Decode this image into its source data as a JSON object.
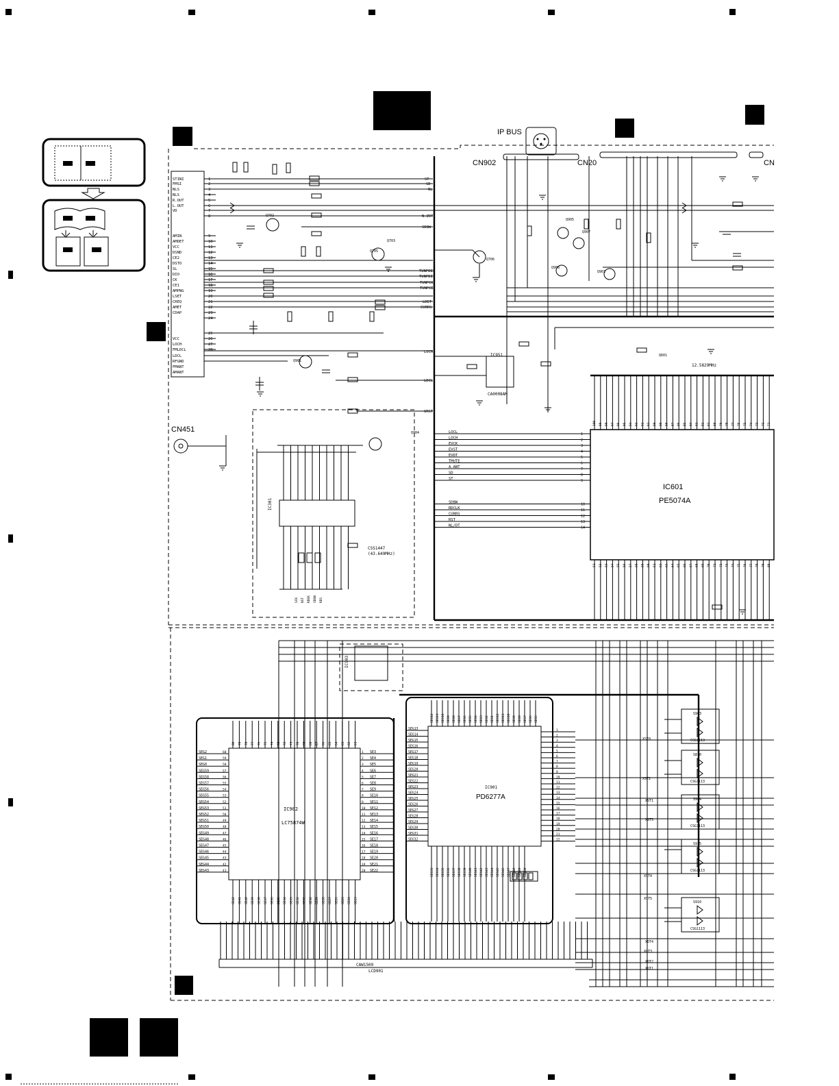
{
  "connectors": {
    "ip_bus": "IP BUS",
    "cn902": "CN902",
    "cn20": "CN20",
    "cn451": "CN451",
    "cn_right": "CN"
  },
  "ics": {
    "ic601": {
      "ref": "IC601",
      "part": "PE5074A"
    },
    "ic901": {
      "ref": "IC901",
      "part": "PD6277A"
    },
    "ic902": {
      "ref": "IC902",
      "part": "LC75874W"
    },
    "ic903": {
      "ref": "IC903"
    },
    "ic951": {
      "ref": "IC951",
      "part": "CA0008AM"
    },
    "ic301": {
      "ref": "IC301"
    }
  },
  "lcd": {
    "part": "CAW1509",
    "ref": "LCD901"
  },
  "crystals": {
    "x751": "CSS1447",
    "x751_freq": "(43.649MHz)",
    "x601_freq": "12.5829MHz"
  },
  "switches": [
    "S903",
    "S810",
    "S904",
    "S915",
    "S910"
  ],
  "switch_part": "CSG1113",
  "left_pins": {
    "labels": [
      "STINI",
      "FMSI",
      "NLS",
      "NLS",
      "R.OUT",
      "L.OUT",
      "VD",
      "",
      "AMIN",
      "AMDET",
      "VCC",
      "DSND",
      "CE2",
      "DSTO",
      "SL",
      "DIO",
      "CK",
      "CE1",
      "AMPNG",
      "LSET",
      "CREQ",
      "AMET",
      "CDAP",
      "",
      "",
      "VCC",
      "LOCH",
      "FMLDCL",
      "LDCL",
      "RFGND",
      "FMANT",
      "AMANT"
    ],
    "numbers": [
      "1",
      "2",
      "3",
      "4",
      "5",
      "6",
      "7",
      "8",
      "9",
      "10",
      "11",
      "12",
      "13",
      "14",
      "15",
      "16",
      "17",
      "18",
      "19",
      "20",
      "21",
      "22",
      "23",
      "24",
      "25",
      "26",
      "27",
      "28"
    ]
  },
  "signals_top": [
    "ST",
    "SD",
    "NL",
    "N.ZOT",
    "SDBW",
    "TUNPDEF",
    "TUNPDIS",
    "TUNPCK",
    "TUNPCE",
    "LDET",
    "CURRS",
    "LOCH",
    "LDCL",
    "GRST"
  ],
  "signals_ic601": [
    "LOCL",
    "LOCH",
    "EVCK",
    "EVST",
    "EVDT",
    "TMUTE",
    "A.ANT",
    "SD",
    "ST",
    "SDBW",
    "RDCLK",
    "CURRS",
    "RST",
    "NL/DT"
  ],
  "transistors": [
    "Q901",
    "Q702",
    "Q703",
    "Q705",
    "Q706",
    "Q905",
    "Q907",
    "Q908",
    "Q903",
    "Q904",
    "Q601"
  ],
  "xst_lines": [
    "XST0",
    "XST2",
    "XST3",
    "XST1",
    "XST4",
    "XST5",
    "XOT1",
    "XOT2",
    "XOT3",
    "XOT4"
  ],
  "ic901_left_pins": [
    "SEG13",
    "SEG14",
    "SEG15",
    "SEG16",
    "SEG17",
    "SEG18",
    "SEG19",
    "SEG20",
    "SEG21",
    "SEG22",
    "SEG23",
    "SEG24",
    "SEG25",
    "SEG26",
    "SEG27",
    "SEG28",
    "SEG29",
    "SEG30",
    "SEG31",
    "SEG32"
  ],
  "ic902_left_pins": [
    "SEG2",
    "SEG1",
    "SEG0",
    "SEG59",
    "SEG58",
    "SEG57",
    "SEG56",
    "SEG55",
    "SEG54",
    "SEG53",
    "SEG52",
    "SEG51",
    "SEG50",
    "SEG49",
    "SEG48",
    "SEG47",
    "SEG46",
    "SEG45",
    "SEG44",
    "SEG43"
  ],
  "ic902_right_pins": [
    "SE3",
    "SE4",
    "SE5",
    "SE6",
    "SE7",
    "SE8",
    "SE9",
    "SE10",
    "SE11",
    "SE12",
    "SE13",
    "SE14",
    "SE15",
    "SE16",
    "SE17",
    "SE18",
    "SE19",
    "SE20",
    "SE21",
    "SE22"
  ]
}
